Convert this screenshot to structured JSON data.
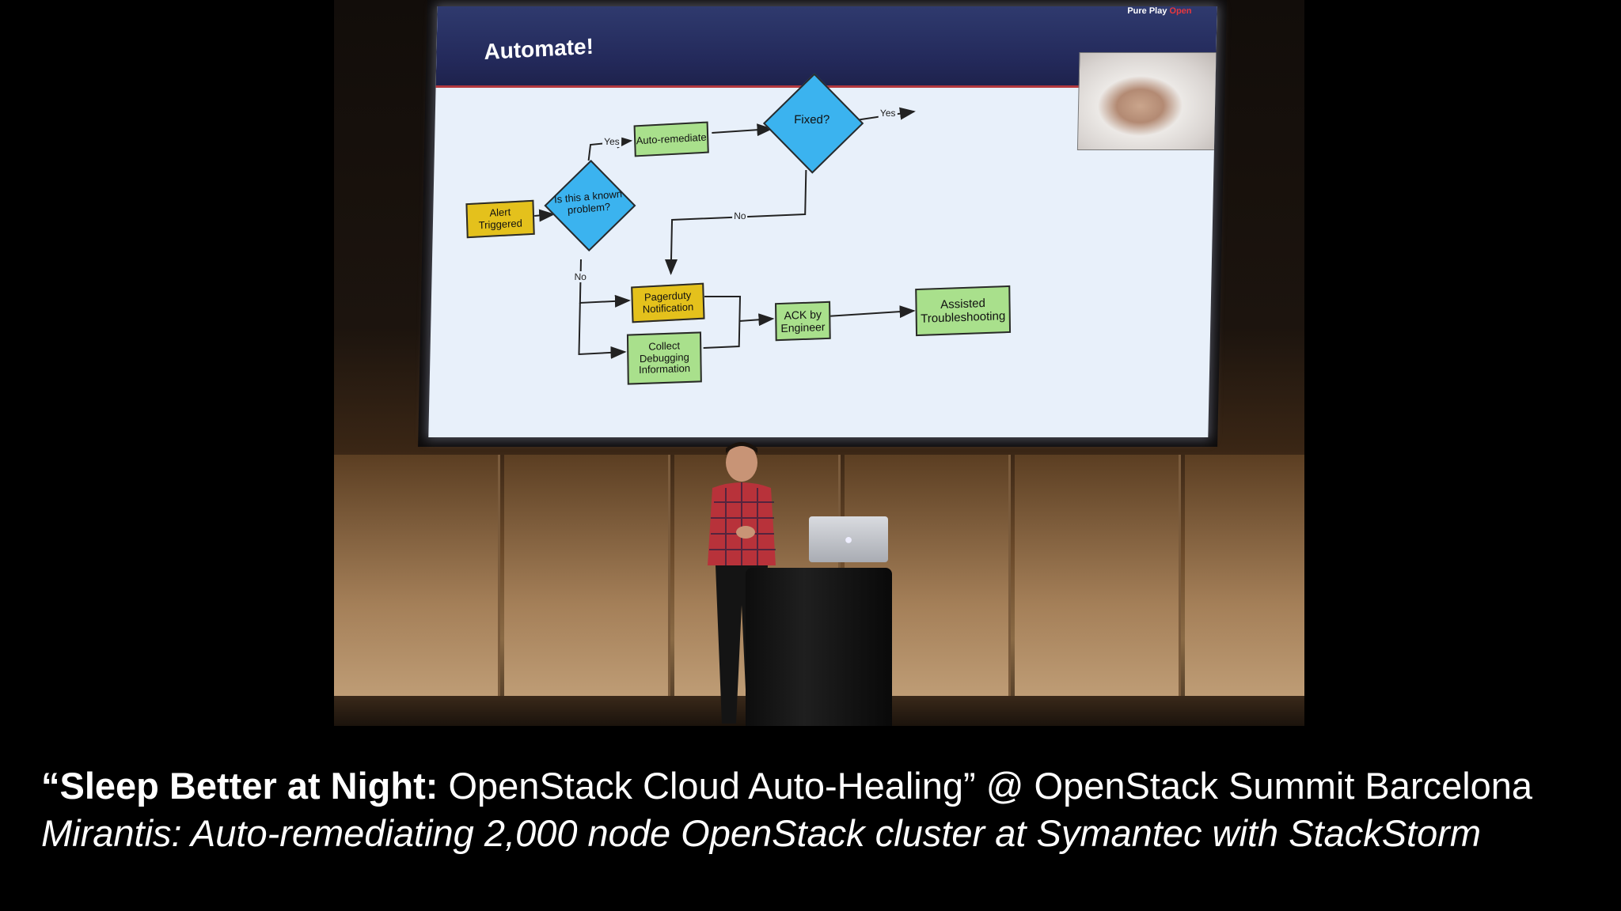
{
  "slide": {
    "title": "Automate!",
    "brand": "Pure Play",
    "brand_accent": "Open",
    "flowchart": {
      "alert": "Alert Triggered",
      "known_problem": "Is this a known problem?",
      "auto_remediate": "Auto-remediate",
      "fixed": "Fixed?",
      "pagerduty": "Pagerduty Notification",
      "collect": "Collect Debugging Information",
      "ack": "ACK by Engineer",
      "assisted": "Assisted Troubleshooting",
      "yes_label_1": "Yes",
      "yes_label_2": "Yes",
      "no_label_1": "No",
      "no_label_2": "No"
    }
  },
  "caption": {
    "line1_bold": "“Sleep Better at Night:",
    "line1_rest": " OpenStack Cloud Auto-Healing” @ OpenStack Summit Barcelona",
    "line2": "Mirantis: Auto-remediating 2,000 node OpenStack cluster at Symantec with StackStorm"
  },
  "colors": {
    "yellow_box": "#e4c11c",
    "green_box": "#a9e08c",
    "decision_diamond": "#3bb3ef",
    "slide_header": "#23295a",
    "brand_accent": "#e8383e"
  }
}
